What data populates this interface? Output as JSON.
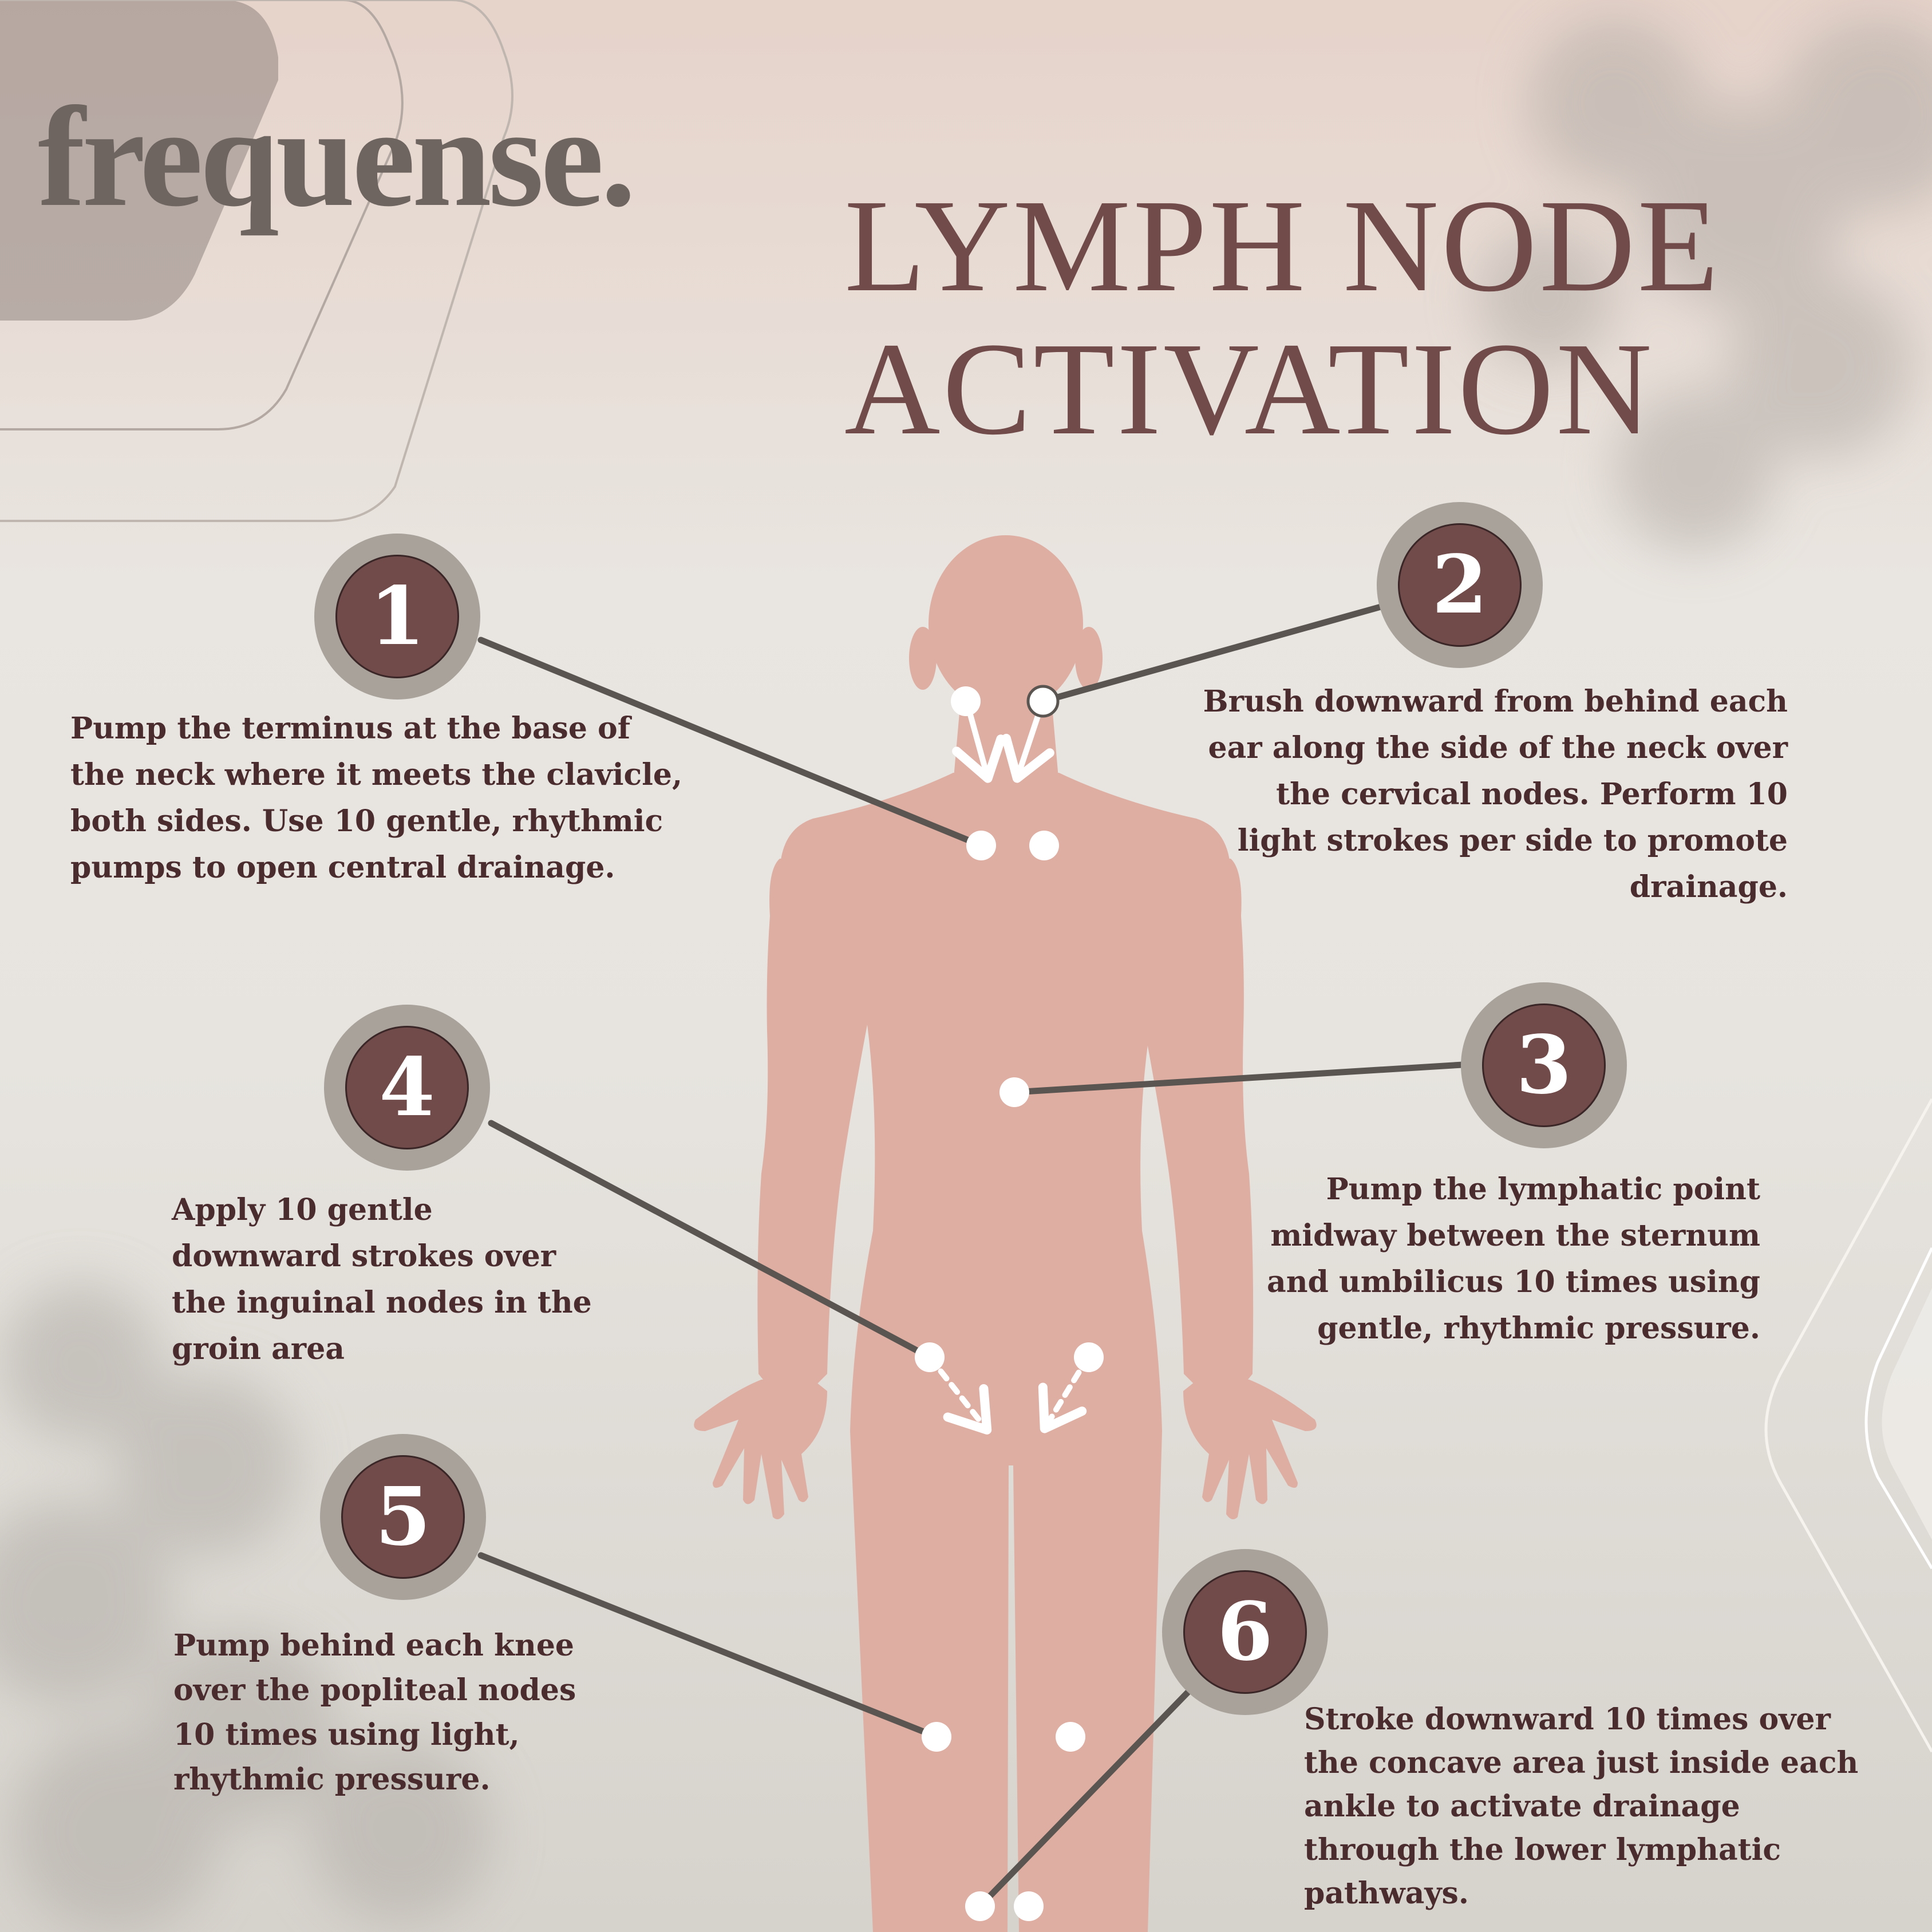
{
  "brand": {
    "name": "frequense."
  },
  "title": {
    "line1": "LYMPH NODE",
    "line2": "ACTIVATION"
  },
  "colors": {
    "title": "#714a4a",
    "text": "#4a2b2e",
    "badge_inner": "#714a4a",
    "badge_ring": "#a8a29b",
    "body": "#deaea3",
    "connector": "#5a5550",
    "node_dot": "#ffffff"
  },
  "steps": [
    {
      "number": "1",
      "text": "Pump the terminus at the base of the neck where it meets the clavicle, both sides. Use 10 gentle, rhythmic pumps to open central drainage."
    },
    {
      "number": "2",
      "text": "Brush downward from behind each ear along the side of the neck over the cervical nodes. Perform 10 light strokes per side to promote drainage."
    },
    {
      "number": "3",
      "text": "Pump the lymphatic point midway between the sternum and umbilicus 10 times using gentle, rhythmic pressure."
    },
    {
      "number": "4",
      "text": "Apply 10 gentle downward strokes over the inguinal nodes in the groin area"
    },
    {
      "number": "5",
      "text": "Pump behind each knee over the popliteal nodes 10 times using light, rhythmic pressure."
    },
    {
      "number": "6",
      "text": "Stroke downward 10 times over the concave area just inside each ankle to activate drainage through the lower lymphatic pathways."
    }
  ]
}
